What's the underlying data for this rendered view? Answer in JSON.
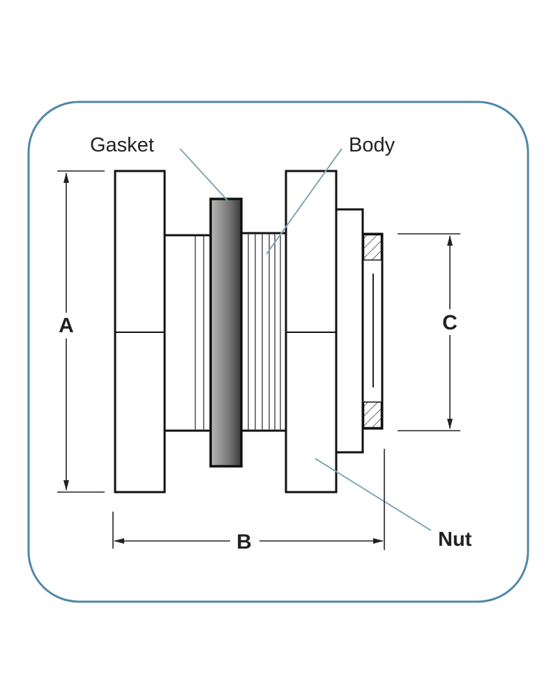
{
  "labels": {
    "gasket": "Gasket",
    "body": "Body",
    "nut": "Nut"
  },
  "dimensions": {
    "a": "A",
    "b": "B",
    "c": "C"
  },
  "colors": {
    "frame": "#4f87a8",
    "leader": "#7fa8b4",
    "outline": "#111111"
  }
}
